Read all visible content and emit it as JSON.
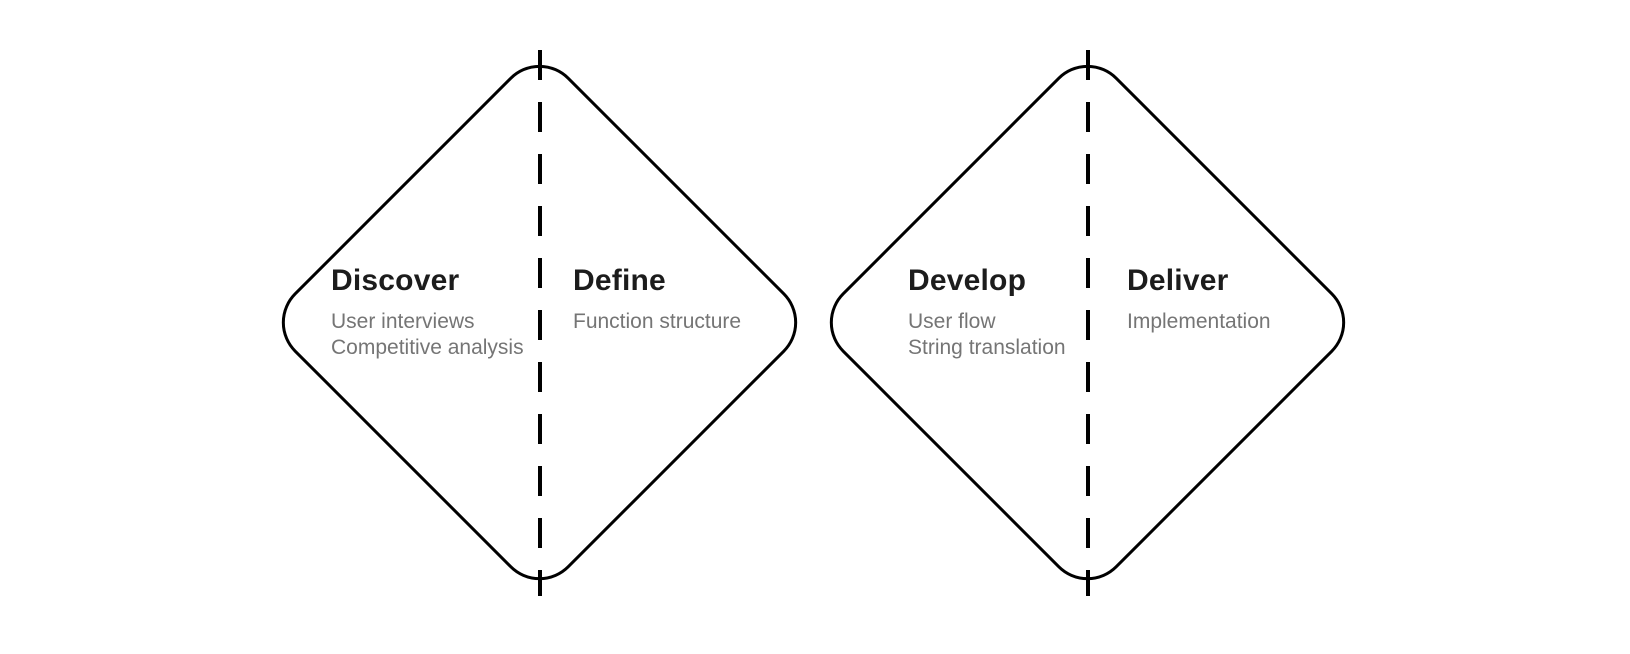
{
  "diagram": {
    "colors": {
      "stroke": "#000000",
      "heading": "#1c1c1c",
      "subtext": "#757575",
      "background": "#ffffff"
    },
    "diamonds": [
      {
        "phases": [
          {
            "label": "Discover",
            "items": [
              "User interviews",
              "Competitive analysis"
            ]
          },
          {
            "label": "Define",
            "items": [
              "Function structure"
            ]
          }
        ]
      },
      {
        "phases": [
          {
            "label": "Develop",
            "items": [
              "User flow",
              "String translation"
            ]
          },
          {
            "label": "Deliver",
            "items": [
              "Implementation"
            ]
          }
        ]
      }
    ]
  }
}
